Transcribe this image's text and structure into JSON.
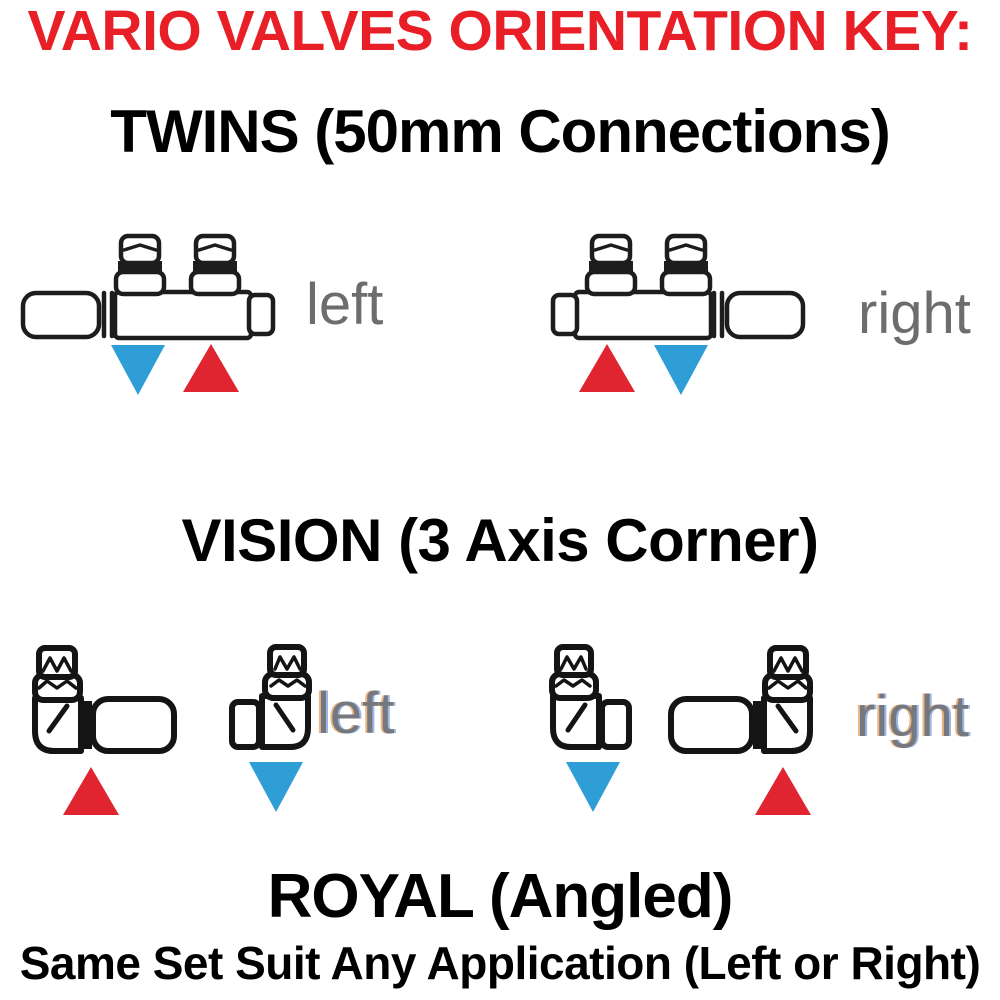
{
  "title": {
    "text": "VARIO VALVES ORIENTATION KEY:"
  },
  "colors": {
    "title_red": "#e81f27",
    "heading_black": "#000000",
    "label_gray": "#6d6d6d",
    "triangle_red": "#e02531",
    "triangle_blue": "#2f9ed6",
    "valve_line": "#1d1d1d"
  },
  "sections": {
    "twins": {
      "heading": "TWINS (50mm Connections)",
      "left": {
        "label": "left",
        "triangles": [
          "blue-down",
          "red-up"
        ]
      },
      "right": {
        "label": "right",
        "triangles": [
          "red-up",
          "blue-down"
        ]
      }
    },
    "vision": {
      "heading": "VISION (3 Axis Corner)",
      "left": {
        "label": "left",
        "triangles": [
          "red-up",
          "blue-down"
        ]
      },
      "right": {
        "label": "right",
        "triangles": [
          "blue-down",
          "red-up"
        ]
      }
    },
    "royal": {
      "heading": "ROYAL (Angled)",
      "subheading": "Same Set Suit Any Application (Left or Right)"
    }
  },
  "icons": {
    "twins_valve": "twin-valve-diagram",
    "vision_corner_valve": "corner-valve-diagram",
    "red_up_triangle": "hot-flow-up-triangle",
    "blue_down_triangle": "cool-flow-down-triangle"
  }
}
